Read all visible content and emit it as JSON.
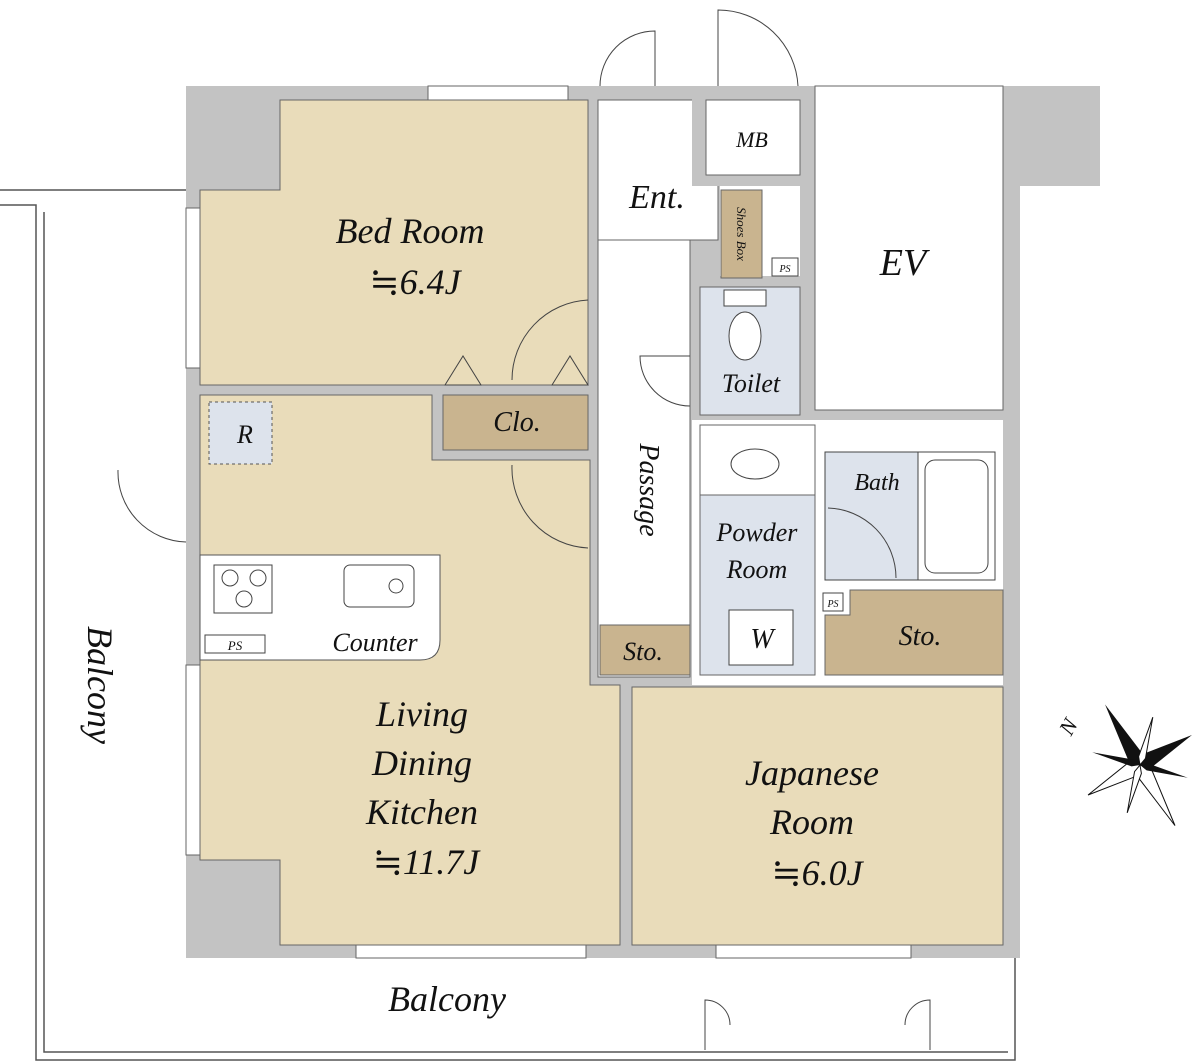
{
  "rooms": {
    "bed_room": {
      "name": "Bed Room",
      "size": "≒6.4J"
    },
    "ldk": {
      "line1": "Living",
      "line2": "Dining",
      "line3": "Kitchen",
      "size": "≒11.7J"
    },
    "japanese_room": {
      "line1": "Japanese",
      "line2": "Room",
      "size": "≒6.0J"
    },
    "entrance": "Ent.",
    "meter_box": "MB",
    "shoes_box": "Shoes Box",
    "elevator": "EV",
    "toilet": "Toilet",
    "passage": "Passage",
    "closet": "Clo.",
    "refrigerator": "R",
    "counter": "Counter",
    "powder_room": {
      "line1": "Powder",
      "line2": "Room"
    },
    "washer": "W",
    "bath": "Bath",
    "storage_left": "Sto.",
    "storage_right": "Sto.",
    "pipe_space": "PS",
    "balcony_left": "Balcony",
    "balcony_bottom": "Balcony"
  },
  "compass": {
    "north_label": "N"
  },
  "colors": {
    "room": "#e9dcba",
    "storage": "#c9b48f",
    "wet": "#dde3ec",
    "wall": "#c3c3c3"
  }
}
